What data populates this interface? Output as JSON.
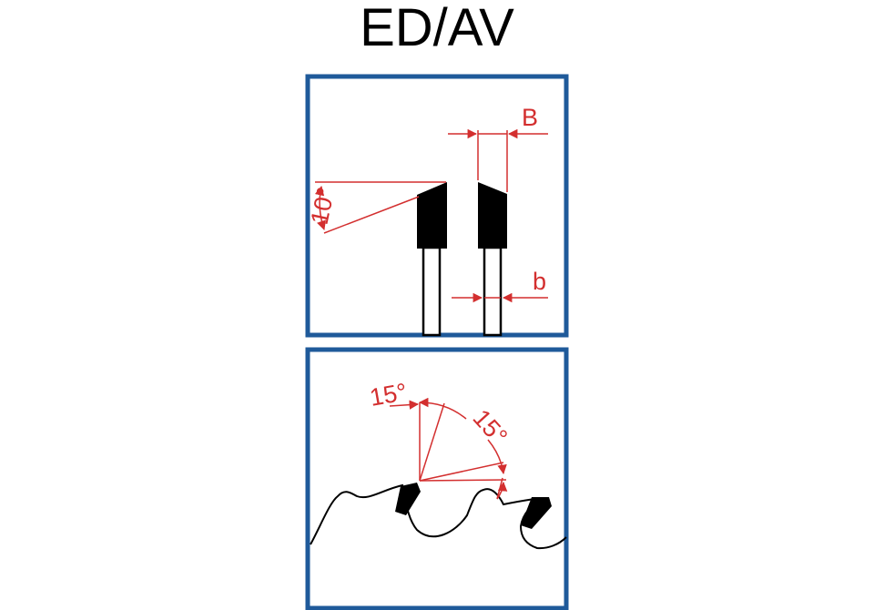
{
  "title": "ED/AV",
  "side_view": {
    "label_B": "B",
    "label_b": "b",
    "angle_label": "10°"
  },
  "tooth_profile": {
    "hook_angle_label": "15°",
    "clearance_angle_label": "15°"
  },
  "colors": {
    "frame": "#1f5a9a",
    "dimension": "#d32f2f",
    "ink": "#000000"
  }
}
